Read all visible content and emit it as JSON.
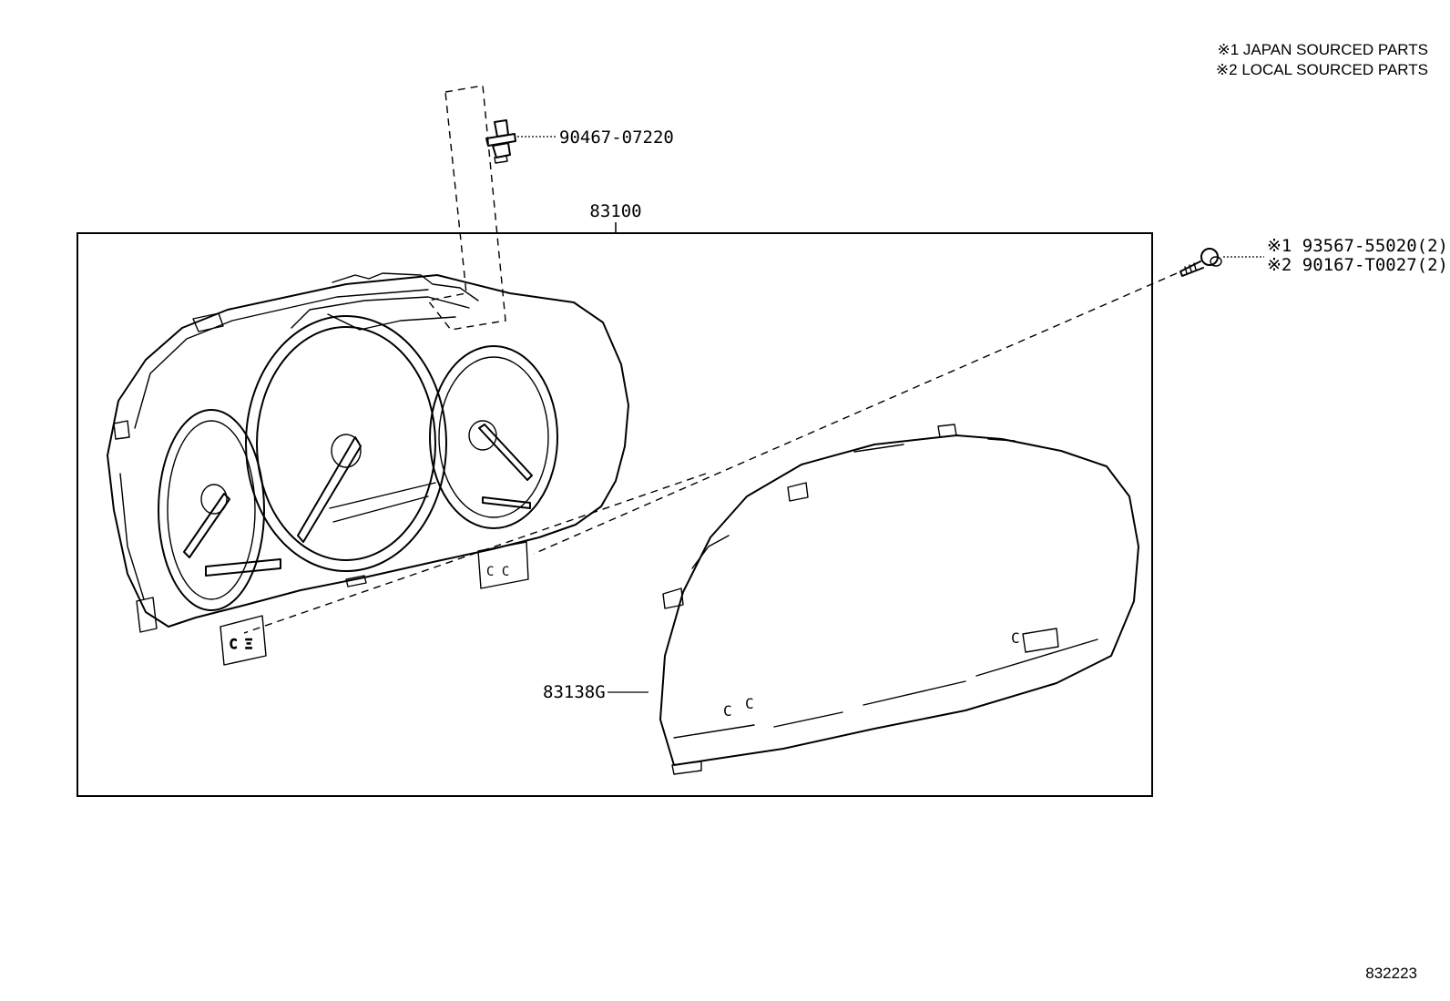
{
  "notes": {
    "japan": "※1 JAPAN SOURCED PARTS",
    "local": "※2 LOCAL SOURCED PARTS"
  },
  "parts": {
    "clip": "90467-07220",
    "assembly": "83100",
    "screw_japan": "※1 93567-55020(2)",
    "screw_local": "※2 90167-T0027(2)",
    "lens": "83138G"
  },
  "figure_number": "832223"
}
